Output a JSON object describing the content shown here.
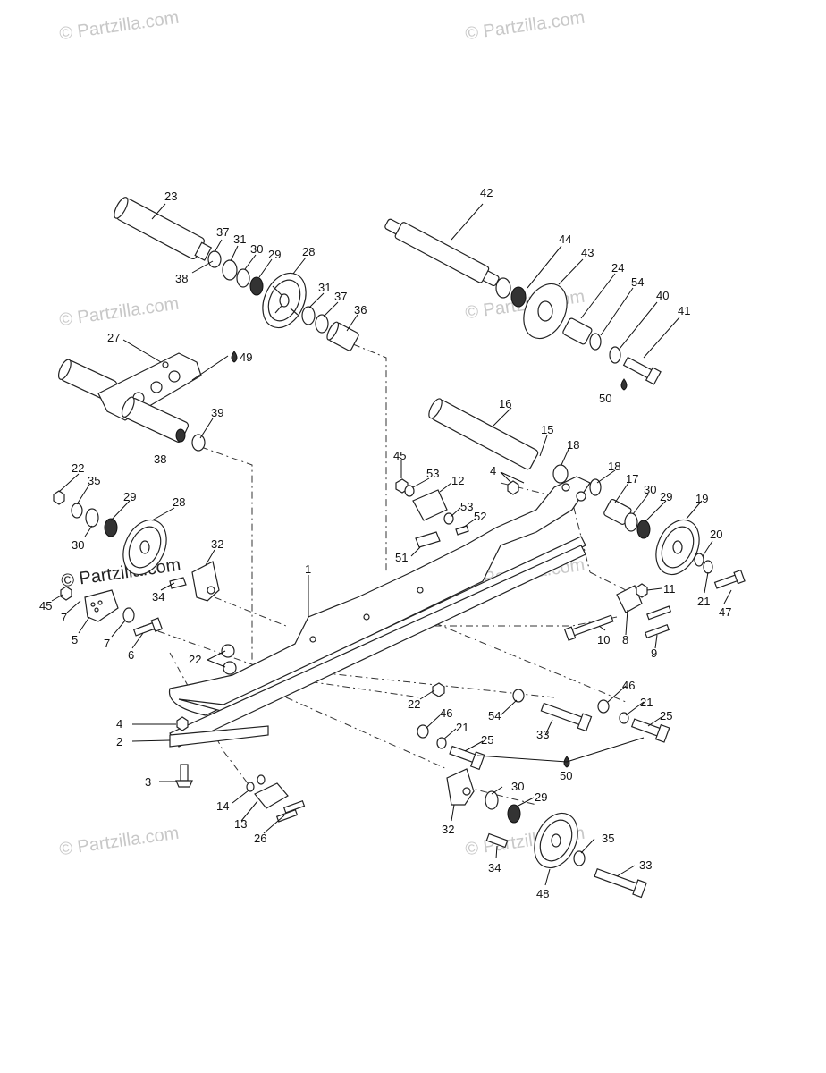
{
  "watermarks": [
    "© Partzilla.com",
    "© Partzilla.com",
    "© Partzilla.com",
    "© Partzilla.com",
    "© Partzilla.com",
    "© Partzilla.com",
    "© Partzilla.com",
    "© Partzilla.com",
    "© Partzilla.com"
  ],
  "callouts": [
    {
      "n": "23"
    },
    {
      "n": "37"
    },
    {
      "n": "31"
    },
    {
      "n": "30"
    },
    {
      "n": "29"
    },
    {
      "n": "28"
    },
    {
      "n": "38"
    },
    {
      "n": "31"
    },
    {
      "n": "37"
    },
    {
      "n": "36"
    },
    {
      "n": "42"
    },
    {
      "n": "44"
    },
    {
      "n": "43"
    },
    {
      "n": "24"
    },
    {
      "n": "54"
    },
    {
      "n": "40"
    },
    {
      "n": "41"
    },
    {
      "n": "50"
    },
    {
      "n": "27"
    },
    {
      "n": "49"
    },
    {
      "n": "39"
    },
    {
      "n": "38"
    },
    {
      "n": "16"
    },
    {
      "n": "15"
    },
    {
      "n": "18"
    },
    {
      "n": "45"
    },
    {
      "n": "53"
    },
    {
      "n": "12"
    },
    {
      "n": "4"
    },
    {
      "n": "18"
    },
    {
      "n": "17"
    },
    {
      "n": "30"
    },
    {
      "n": "29"
    },
    {
      "n": "19"
    },
    {
      "n": "53"
    },
    {
      "n": "52"
    },
    {
      "n": "51"
    },
    {
      "n": "22"
    },
    {
      "n": "35"
    },
    {
      "n": "29"
    },
    {
      "n": "28"
    },
    {
      "n": "30"
    },
    {
      "n": "32"
    },
    {
      "n": "34"
    },
    {
      "n": "1"
    },
    {
      "n": "45"
    },
    {
      "n": "7"
    },
    {
      "n": "5"
    },
    {
      "n": "7"
    },
    {
      "n": "6"
    },
    {
      "n": "20"
    },
    {
      "n": "11"
    },
    {
      "n": "21"
    },
    {
      "n": "47"
    },
    {
      "n": "10"
    },
    {
      "n": "8"
    },
    {
      "n": "9"
    },
    {
      "n": "22"
    },
    {
      "n": "22"
    },
    {
      "n": "46"
    },
    {
      "n": "21"
    },
    {
      "n": "25"
    },
    {
      "n": "54"
    },
    {
      "n": "33"
    },
    {
      "n": "46"
    },
    {
      "n": "21"
    },
    {
      "n": "25"
    },
    {
      "n": "4"
    },
    {
      "n": "2"
    },
    {
      "n": "3"
    },
    {
      "n": "50"
    },
    {
      "n": "30"
    },
    {
      "n": "29"
    },
    {
      "n": "14"
    },
    {
      "n": "13"
    },
    {
      "n": "26"
    },
    {
      "n": "32"
    },
    {
      "n": "35"
    },
    {
      "n": "33"
    },
    {
      "n": "34"
    },
    {
      "n": "48"
    }
  ]
}
